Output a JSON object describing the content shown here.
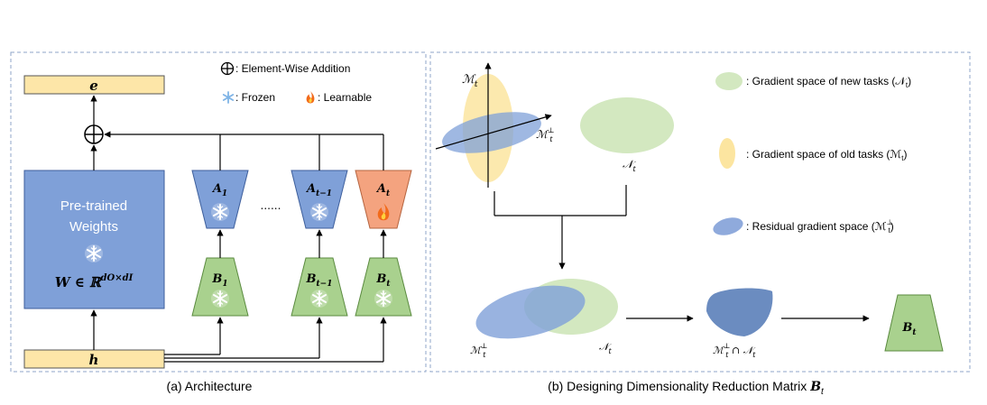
{
  "panel_a": {
    "caption": "(a) Architecture",
    "output_label": "e",
    "input_label": "h",
    "legend": {
      "addition": ": Element-Wise Addition",
      "frozen": ": Frozen",
      "learnable": ": Learnable"
    },
    "pretrained": {
      "line1": "Pre-trained",
      "line2": "Weights",
      "formula_main": "W ∈ ℝ",
      "formula_sup": "dO×dI"
    },
    "adapters": [
      {
        "a_main": "A",
        "a_sub": "1",
        "b_main": "B",
        "b_sub": "1",
        "state": "frozen"
      },
      {
        "a_main": "A",
        "a_sub": "t−1",
        "b_main": "B",
        "b_sub": "t−1",
        "state": "frozen"
      },
      {
        "a_main": "A",
        "a_sub": "t",
        "b_main": "B",
        "b_sub": "t",
        "state": "learnable"
      }
    ],
    "ellipsis": "......"
  },
  "panel_b": {
    "caption_main": "(b) Designing Dimensionality Reduction Matrix ",
    "caption_bold": "B",
    "caption_sub": "t",
    "labels": {
      "m": "ℳ",
      "m_sub": "t",
      "m_perp": "ℳ",
      "perp": "⊥",
      "n": "𝒩",
      "n_sub": "t",
      "intersection_mid": " ∩ 𝒩"
    },
    "legend": {
      "new_tasks": ": Gradient space of new tasks (𝒩",
      "new_tasks_end": ")",
      "old_tasks": ": Gradient space of old tasks (ℳ",
      "old_tasks_end": ")",
      "residual": ": Residual gradient space (ℳ",
      "residual_end": ")"
    },
    "result_main": "B",
    "result_sub": "t"
  },
  "colors": {
    "blue_fill": "#7fa0d8",
    "blue_stroke": "#3d5e9c",
    "green_fill": "#a9d18e",
    "green_stroke": "#5a8a3f",
    "orange_fill": "#f4a37f",
    "yellow_fill": "#fce5a0",
    "output_bar": "#fde6a8",
    "light_green": "#d3e8c0",
    "light_blue": "#8faadc"
  }
}
